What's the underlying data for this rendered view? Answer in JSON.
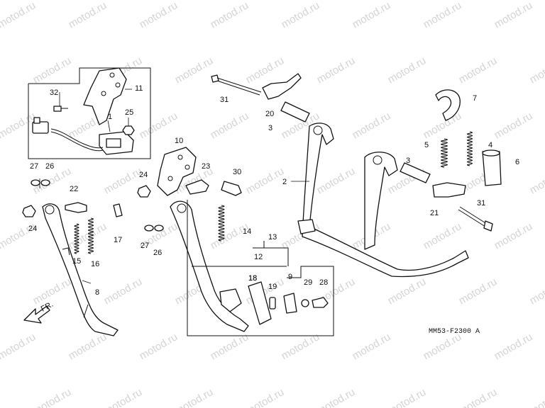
{
  "watermark": "motod.ru",
  "diagram_code": "MM53-F2300 A",
  "direction_label": "FR.",
  "callouts": [
    {
      "id": "c1",
      "text": "1"
    },
    {
      "id": "c2",
      "text": "2"
    },
    {
      "id": "c3a",
      "text": "3"
    },
    {
      "id": "c3b",
      "text": "3"
    },
    {
      "id": "c4",
      "text": "4"
    },
    {
      "id": "c5",
      "text": "5"
    },
    {
      "id": "c6",
      "text": "6"
    },
    {
      "id": "c7",
      "text": "7"
    },
    {
      "id": "c8",
      "text": "8"
    },
    {
      "id": "c9",
      "text": "9"
    },
    {
      "id": "c10",
      "text": "10"
    },
    {
      "id": "c11",
      "text": "11"
    },
    {
      "id": "c12",
      "text": "12"
    },
    {
      "id": "c13",
      "text": "13"
    },
    {
      "id": "c14",
      "text": "14"
    },
    {
      "id": "c15",
      "text": "15"
    },
    {
      "id": "c16",
      "text": "16"
    },
    {
      "id": "c17",
      "text": "17"
    },
    {
      "id": "c18a",
      "text": "18"
    },
    {
      "id": "c18b",
      "text": "18"
    },
    {
      "id": "c19",
      "text": "19"
    },
    {
      "id": "c20",
      "text": "20"
    },
    {
      "id": "c21",
      "text": "21"
    },
    {
      "id": "c22",
      "text": "22"
    },
    {
      "id": "c23",
      "text": "23"
    },
    {
      "id": "c24a",
      "text": "24"
    },
    {
      "id": "c24b",
      "text": "24"
    },
    {
      "id": "c25",
      "text": "25"
    },
    {
      "id": "c26a",
      "text": "26"
    },
    {
      "id": "c26b",
      "text": "26"
    },
    {
      "id": "c27a",
      "text": "27"
    },
    {
      "id": "c27b",
      "text": "27"
    },
    {
      "id": "c28",
      "text": "28"
    },
    {
      "id": "c29",
      "text": "29"
    },
    {
      "id": "c30",
      "text": "30"
    },
    {
      "id": "c31a",
      "text": "31"
    },
    {
      "id": "c31b",
      "text": "31"
    },
    {
      "id": "c32",
      "text": "32"
    }
  ]
}
